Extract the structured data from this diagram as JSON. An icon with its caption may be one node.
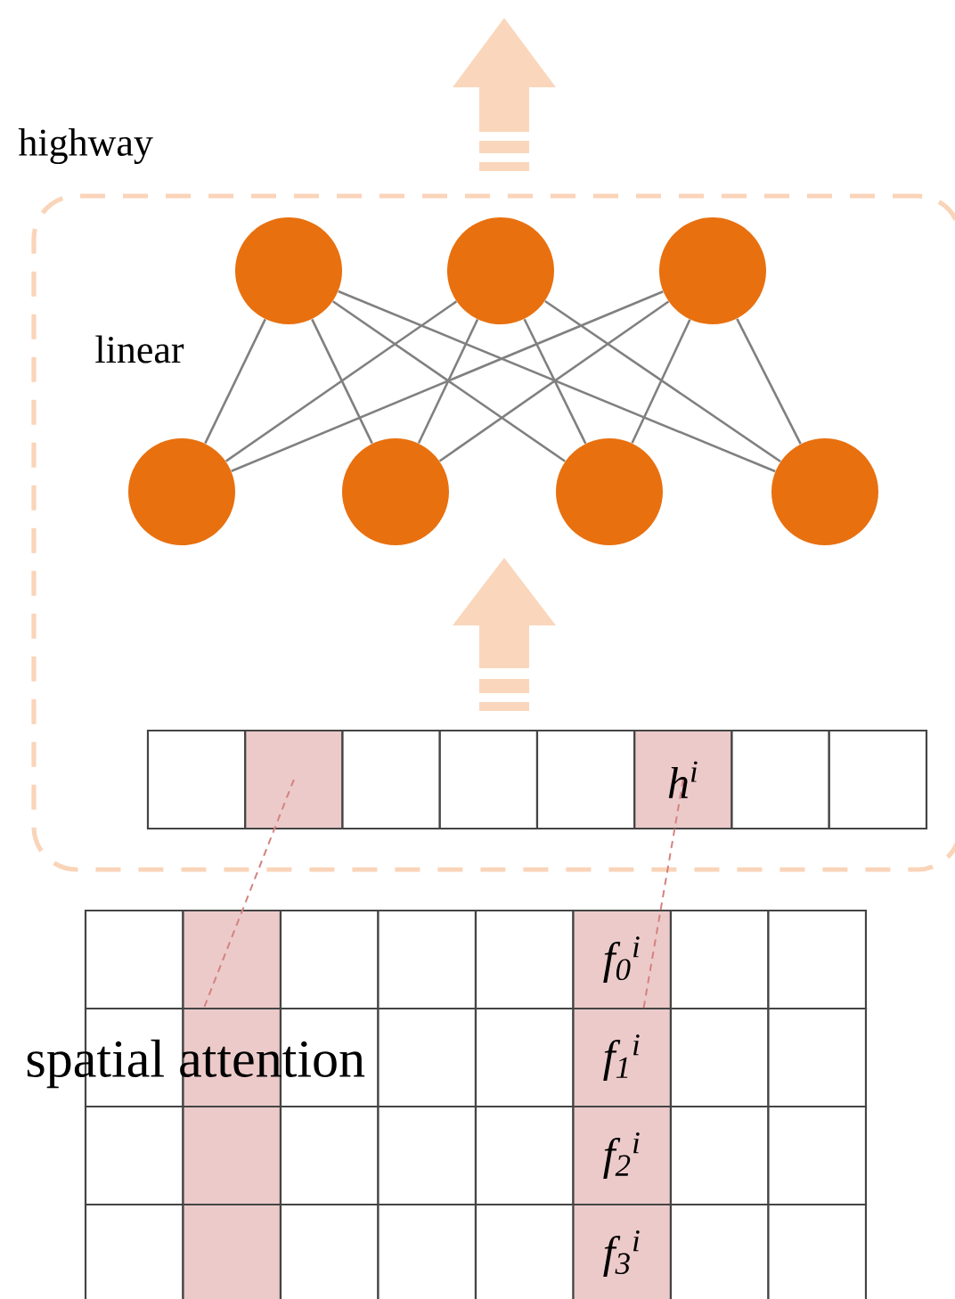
{
  "diagram": {
    "nodes": [
      {
        "text": [
          "highway"
        ]
      },
      {
        "text": [],
        "shape": "circle",
        "in": 0
      },
      {
        "text": [],
        "shape": "circle",
        "in": 0
      },
      {
        "text": [],
        "shape": "circle",
        "in": 0
      },
      {
        "text": [],
        "shape": "circle",
        "in": 0
      },
      {
        "text": [],
        "shape": "circle",
        "in": 0
      },
      {
        "text": [],
        "shape": "circle",
        "in": 0
      },
      {
        "text": [],
        "shape": "circle",
        "in": 0
      },
      {
        "text": [],
        "shape": "box",
        "in": 0
      },
      {
        "text": [],
        "shape": "box",
        "in": 0
      },
      {
        "text": [],
        "shape": "box",
        "in": 0
      },
      {
        "text": [],
        "shape": "box",
        "in": 0
      },
      {
        "text": [],
        "shape": "box",
        "in": 0
      },
      {
        "text": [
          "h$^{i}$"
        ],
        "in": 0
      },
      {
        "text": [],
        "shape": "box",
        "in": 0
      },
      {
        "text": [],
        "shape": "box",
        "in": 0
      },
      {
        "text": [],
        "shape": "box"
      },
      {
        "text": [],
        "shape": "box"
      },
      {
        "text": [],
        "shape": "box"
      },
      {
        "text": [],
        "shape": "box"
      },
      {
        "text": [],
        "shape": "box"
      },
      {
        "text": [
          "f$_{0}$$^{i}$"
        ]
      },
      {
        "text": [],
        "shape": "box"
      },
      {
        "text": [],
        "shape": "box"
      },
      {
        "text": [],
        "shape": "box"
      },
      {
        "text": [],
        "shape": "box"
      },
      {
        "text": [],
        "shape": "box"
      },
      {
        "text": [],
        "shape": "box"
      },
      {
        "text": [],
        "shape": "box"
      },
      {
        "text": [
          "f$_{1}$$^{i}$"
        ]
      },
      {
        "text": [],
        "shape": "box"
      },
      {
        "text": [],
        "shape": "box"
      },
      {
        "text": [],
        "shape": "box"
      },
      {
        "text": [],
        "shape": "box"
      },
      {
        "text": [],
        "shape": "box"
      },
      {
        "text": [],
        "shape": "box"
      },
      {
        "text": [],
        "shape": "box"
      },
      {
        "text": [
          "f$_{2}$$^{i}$"
        ]
      },
      {
        "text": [],
        "shape": "box"
      },
      {
        "text": [],
        "shape": "box"
      },
      {
        "text": [],
        "shape": "box"
      },
      {
        "text": [],
        "shape": "box"
      },
      {
        "text": [],
        "shape": "box"
      },
      {
        "text": [],
        "shape": "box"
      },
      {
        "text": [],
        "shape": "box"
      },
      {
        "text": [
          "f$_{3}$$^{i}$"
        ]
      },
      {
        "text": [],
        "shape": "box"
      },
      {
        "text": [],
        "shape": "box"
      }
    ],
    "edges": [
      {
        "from": 1,
        "to": 4,
        "arrow": "none"
      },
      {
        "from": 1,
        "to": 5,
        "arrow": "none"
      },
      {
        "from": 1,
        "to": 6,
        "arrow": "none"
      },
      {
        "from": 1,
        "to": 7,
        "arrow": "none"
      },
      {
        "from": 2,
        "to": 4,
        "arrow": "none"
      },
      {
        "from": 2,
        "to": 5,
        "arrow": "none"
      },
      {
        "from": 2,
        "to": 6,
        "arrow": "none"
      },
      {
        "from": 2,
        "to": 7,
        "arrow": "none"
      },
      {
        "from": 3,
        "to": 4,
        "arrow": "none"
      },
      {
        "from": 3,
        "to": 5,
        "arrow": "none"
      },
      {
        "from": 3,
        "to": 6,
        "arrow": "none"
      },
      {
        "from": 3,
        "to": 7,
        "arrow": "none"
      },
      {
        "from": 9,
        "to": 17,
        "arrow": "none",
        "style": "dashed",
        "color": "#d4827f"
      },
      {
        "from": 13,
        "to": 21,
        "arrow": "none",
        "style": "dashed",
        "color": "#d4827f"
      }
    ],
    "labels": [
      "linear",
      "spatial attention"
    ]
  }
}
